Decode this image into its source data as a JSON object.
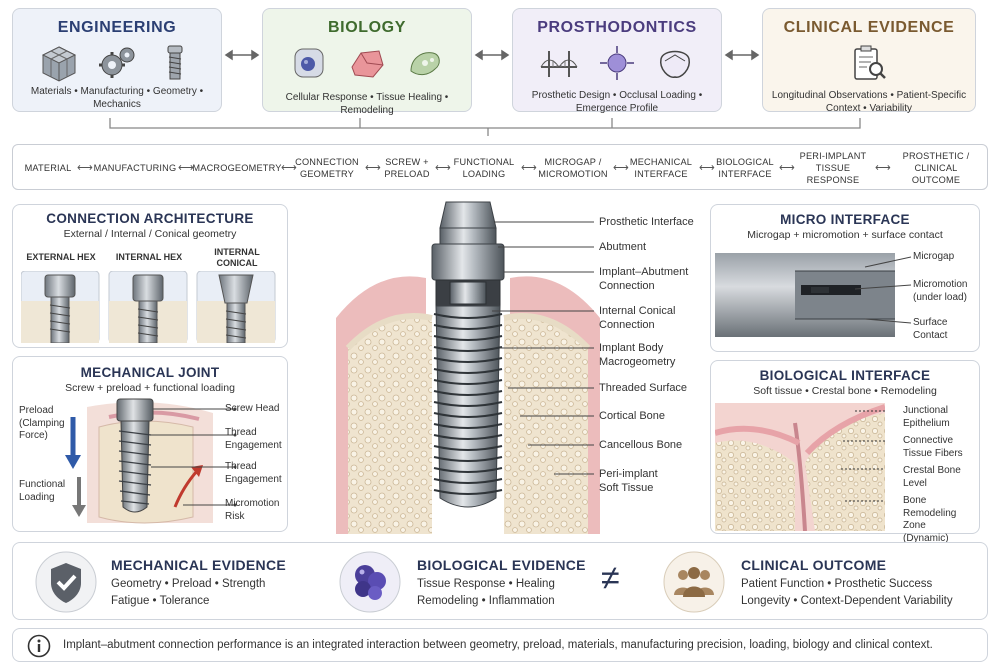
{
  "domains": [
    {
      "title": "ENGINEERING",
      "subtitle": "Materials • Manufacturing • Geometry • Mechanics",
      "color": "#2b3f73",
      "bg": "#eef2f9",
      "icons": [
        "lattice-cube-icon",
        "gears-icon",
        "implant-screw-icon"
      ]
    },
    {
      "title": "BIOLOGY",
      "subtitle": "Cellular Response • Tissue Healing • Remodeling",
      "color": "#3f6b2e",
      "bg": "#eef5ea",
      "icons": [
        "cell-icon",
        "tissue-icon",
        "bone-fragment-icon"
      ]
    },
    {
      "title": "PROSTHODONTICS",
      "subtitle": "Prosthetic Design • Occlusal Loading • Emergence Profile",
      "color": "#4b3c7e",
      "bg": "#f1eef8",
      "icons": [
        "bridge-icon",
        "load-sphere-icon",
        "crown-outline-icon"
      ]
    },
    {
      "title": "CLINICAL EVIDENCE",
      "subtitle": "Longitudinal Observations • Patient-Specific Context • Variability",
      "color": "#7a5a30",
      "bg": "#faf5ec",
      "icons": [
        "clipboard-search-icon"
      ]
    }
  ],
  "chain": [
    "MATERIAL",
    "MANUFACTURING",
    "MACROGEOMETRY",
    "CONNECTION\nGEOMETRY",
    "SCREW +\nPRELOAD",
    "FUNCTIONAL\nLOADING",
    "MICROGAP /\nMICROMOTION",
    "MECHANICAL\nINTERFACE",
    "BIOLOGICAL\nINTERFACE",
    "PERI-IMPLANT\nTISSUE\nRESPONSE",
    "PROSTHETIC /\nCLINICAL\nOUTCOME"
  ],
  "connection": {
    "title": "CONNECTION ARCHITECTURE",
    "subtitle": "External / Internal / Conical geometry",
    "types": [
      "EXTERNAL HEX",
      "INTERNAL HEX",
      "INTERNAL\nCONICAL"
    ]
  },
  "mechanical_joint": {
    "title": "MECHANICAL JOINT",
    "subtitle": "Screw + preload + functional loading",
    "left_labels": [
      "Preload\n(Clamping\nForce)",
      "Functional\nLoading"
    ],
    "labels": [
      "Screw Head",
      "Thread\nEngagement",
      "Thread\nEngagement",
      "Micromotion\nRisk"
    ]
  },
  "center": {
    "labels": [
      "Prosthetic Interface",
      "Abutment",
      "Implant–Abutment\nConnection",
      "Internal Conical\nConnection",
      "Implant Body\nMacrogeometry",
      "Threaded Surface",
      "Cortical Bone",
      "Cancellous Bone",
      "Peri-implant\nSoft Tissue"
    ]
  },
  "micro": {
    "title": "MICRO INTERFACE",
    "subtitle": "Microgap + micromotion + surface contact",
    "labels": [
      "Microgap",
      "Micromotion\n(under load)",
      "Surface\nContact"
    ]
  },
  "bio": {
    "title": "BIOLOGICAL INTERFACE",
    "subtitle": "Soft tissue • Crestal bone • Remodeling",
    "labels": [
      "Junctional\nEpithelium",
      "Connective\nTissue Fibers",
      "Crestal Bone\nLevel",
      "Bone Remodeling\nZone\n(Dynamic)"
    ]
  },
  "evidence": {
    "mechanical": {
      "title": "MECHANICAL EVIDENCE",
      "line1": "Geometry • Preload • Strength",
      "line2": "Fatigue • Tolerance"
    },
    "biological": {
      "title": "BIOLOGICAL EVIDENCE",
      "line1": "Tissue Response • Healing",
      "line2": "Remodeling • Inflammation"
    },
    "not_equal": "≠",
    "clinical": {
      "title": "CLINICAL OUTCOME",
      "line1": "Patient Function • Prosthetic Success",
      "line2": "Longevity • Context-Dependent Variability"
    }
  },
  "note": "Implant–abutment connection performance is an integrated interaction between geometry, preload, materials, manufacturing precision, loading, biology and clinical context."
}
